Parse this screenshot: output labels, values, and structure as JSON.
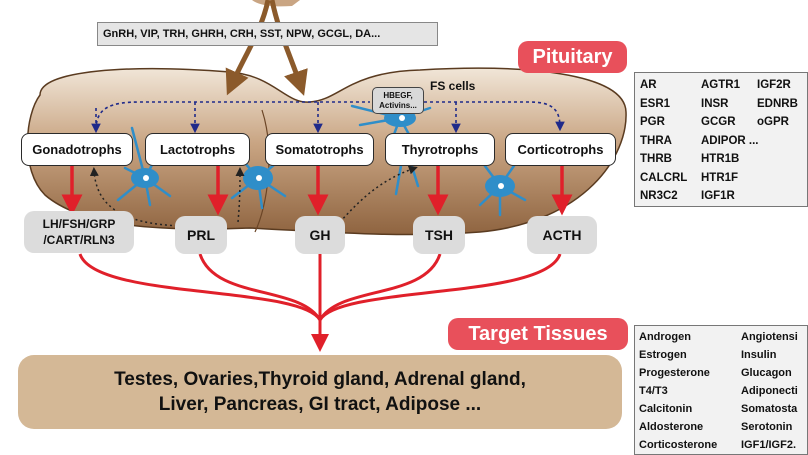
{
  "hypothalamic_inputs": "GnRH, VIP, TRH, GHRH, CRH, SST, NPW, GCGL, DA...",
  "pituitary_label": "Pituitary",
  "fs_cells": {
    "box_line1": "HBEGF,",
    "box_line2": "Activins...",
    "label": "FS cells"
  },
  "cell_types": [
    "Gonadotrophs",
    "Lactotrophs",
    "Somatotrophs",
    "Thyrotrophs",
    "Corticotrophs"
  ],
  "hormones": [
    "LH/FSH/GRP",
    "/CART/RLN3",
    "PRL",
    "GH",
    "TSH",
    "ACTH"
  ],
  "receptors": {
    "col1": [
      "AR",
      "ESR1",
      "PGR",
      "THRA",
      "THRB",
      "CALCRL",
      "NR3C2"
    ],
    "col2": [
      "AGTR1",
      "INSR",
      "GCGR",
      "ADIPOR ...",
      "HTR1B",
      "HTR1F",
      "IGF1R"
    ],
    "col3": [
      "IGF2R",
      "EDNRB",
      "oGPR"
    ]
  },
  "target_tissues_label": "Target Tissues",
  "target_tissues": {
    "line1": "Testes, Ovaries,Thyroid gland, Adrenal gland,",
    "line2": "Liver, Pancreas, GI tract, Adipose ..."
  },
  "feedback_signals": {
    "col1": [
      "Androgen",
      "Estrogen",
      "Progesterone",
      "T4/T3",
      "Calcitonin",
      "Aldosterone",
      "Corticosterone"
    ],
    "col2": [
      "Angiotensi",
      "Insulin",
      "Glucagon",
      "Adiponecti",
      "Somatosta",
      "Serotonin",
      "IGF1/IGF2."
    ]
  },
  "colors": {
    "pituitary_fill": "#b8906a",
    "target_fill": "#d4b896",
    "red_arrow": "#e0202a",
    "brown_arrow": "#8b5a2b",
    "blue_dashed": "#1f2a8a",
    "cell_blue": "#2f8ec9",
    "label_pill": "#e8505b"
  }
}
